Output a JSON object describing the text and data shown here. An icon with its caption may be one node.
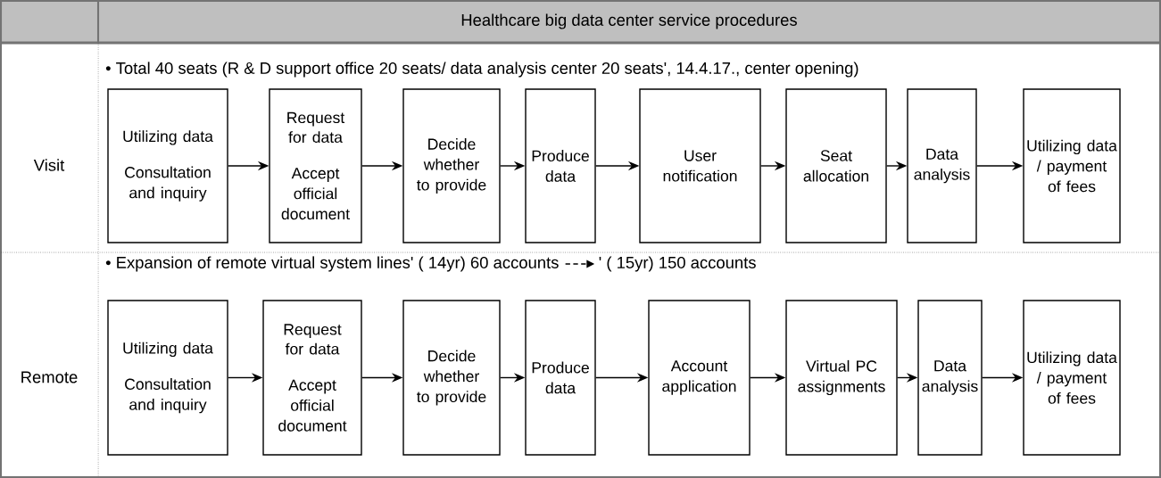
{
  "diagram": {
    "title": "Healthcare big data center service procedures",
    "nodes": [
      {
        "text": [
          "Utilizing data",
          "Consultation and inquiry"
        ]
      },
      {
        "text": [
          "Request for data",
          "Accept official document"
        ]
      },
      {
        "text": [
          "Decide whether to provide"
        ]
      },
      {
        "text": [
          "Produce data"
        ]
      },
      {
        "text": [
          "User notification"
        ]
      },
      {
        "text": [
          "Seat allocation"
        ]
      },
      {
        "text": [
          "Data analysis"
        ]
      },
      {
        "text": [
          "Utilizing data / payment of fees"
        ]
      },
      {
        "text": [
          "Utilizing data",
          "Consultation and inquiry"
        ]
      },
      {
        "text": [
          "Request for data",
          "Accept official document"
        ]
      },
      {
        "text": [
          "Decide whether to provide"
        ]
      },
      {
        "text": [
          "Produce data"
        ]
      },
      {
        "text": [
          "Account application"
        ]
      },
      {
        "text": [
          "Virtual PC assignments"
        ]
      },
      {
        "text": [
          "Data analysis"
        ]
      },
      {
        "text": [
          "Utilizing data / payment of fees"
        ]
      }
    ],
    "edges": [
      {
        "from": 0,
        "to": 1,
        "arrow": "to"
      },
      {
        "from": 1,
        "to": 2,
        "arrow": "to"
      },
      {
        "from": 2,
        "to": 3,
        "arrow": "to"
      },
      {
        "from": 3,
        "to": 4,
        "arrow": "to"
      },
      {
        "from": 4,
        "to": 5,
        "arrow": "to"
      },
      {
        "from": 5,
        "to": 6,
        "arrow": "to"
      },
      {
        "from": 6,
        "to": 7,
        "arrow": "to"
      },
      {
        "from": 8,
        "to": 9,
        "arrow": "to"
      },
      {
        "from": 9,
        "to": 10,
        "arrow": "to"
      },
      {
        "from": 10,
        "to": 11,
        "arrow": "to"
      },
      {
        "from": 11,
        "to": 12,
        "arrow": "to"
      },
      {
        "from": 12,
        "to": 13,
        "arrow": "to"
      },
      {
        "from": 13,
        "to": 14,
        "arrow": "to"
      },
      {
        "from": 14,
        "to": 15,
        "arrow": "to"
      }
    ],
    "labels": [
      "Visit",
      "• Total 40 seats (R & D support office 20 seats/ data analysis center 20 seats', 14.4.17., center opening)",
      "Remote",
      "• Expansion of remote virtual system lines' ( 14yr) 60 accounts",
      "' ( 15yr) 150 accounts"
    ]
  }
}
